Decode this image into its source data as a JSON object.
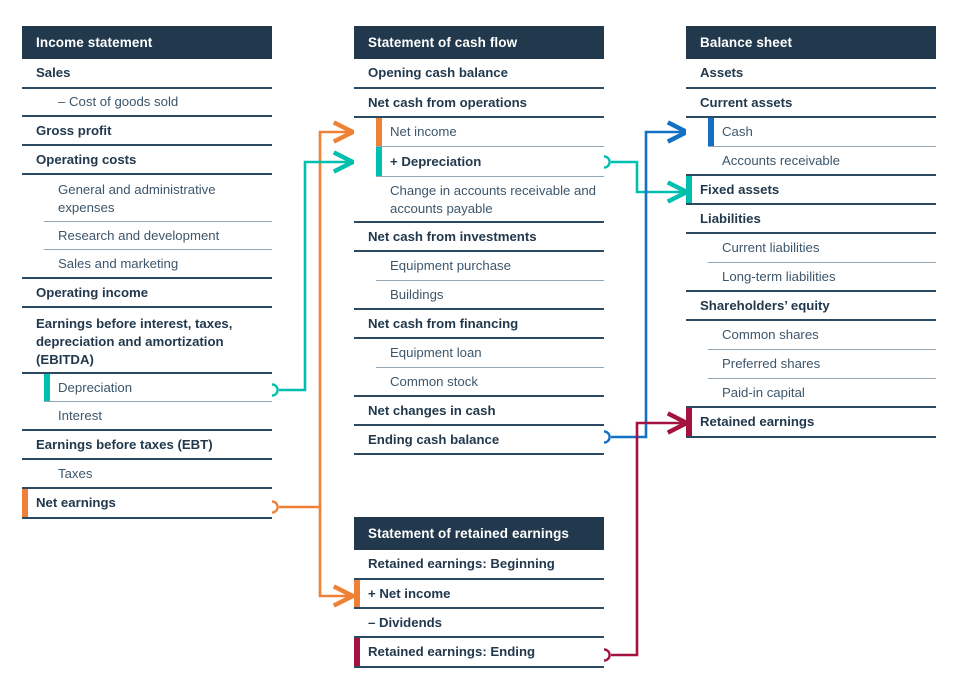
{
  "colors": {
    "header_bg": "#22394d",
    "text_dark": "#22394d",
    "text_sub": "#3d566b",
    "rule_strong": "#2d4a63",
    "rule_light": "#93a4b3",
    "orange": "#ef8136",
    "teal": "#00bfae",
    "blue": "#1271c4",
    "crimson": "#a4123f",
    "page_bg": "#ffffff"
  },
  "panels": [
    {
      "id": "income-statement",
      "title": "Income statement",
      "rows": [
        {
          "label": "Sales",
          "level": 0
        },
        {
          "label": "– Cost of goods sold",
          "level": 1,
          "thick": true
        },
        {
          "label": "Gross profit",
          "level": 0
        },
        {
          "label": "Operating costs",
          "level": 0
        },
        {
          "label": "General and administrative expenses",
          "level": 1
        },
        {
          "label": "Research and development",
          "level": 1
        },
        {
          "label": "Sales and marketing",
          "level": 1,
          "thick": true
        },
        {
          "label": "Operating income",
          "level": 0
        },
        {
          "label": "Earnings before interest, taxes, depreciation and amortization (EBITDA)",
          "level": 0
        },
        {
          "label": "Depreciation",
          "level": 1,
          "accent": "teal"
        },
        {
          "label": "Interest",
          "level": 1,
          "thick": true
        },
        {
          "label": "Earnings before taxes (EBT)",
          "level": 0
        },
        {
          "label": "Taxes",
          "level": 1,
          "thick": true
        },
        {
          "label": "Net earnings",
          "level": 0,
          "accent": "orange"
        }
      ]
    },
    {
      "id": "statement-of-cash-flow",
      "title": "Statement of cash flow",
      "rows": [
        {
          "label": "Opening cash balance",
          "level": 0
        },
        {
          "label": "Net cash from operations",
          "level": 0
        },
        {
          "label": "Net income",
          "level": 1,
          "accent": "orange"
        },
        {
          "label": "+ Depreciation",
          "level": 1,
          "accent": "teal",
          "bold": true
        },
        {
          "label": "Change in accounts receivable and accounts payable",
          "level": 1,
          "thick": true
        },
        {
          "label": "Net cash from investments",
          "level": 0
        },
        {
          "label": "Equipment purchase",
          "level": 1
        },
        {
          "label": "Buildings",
          "level": 1,
          "thick": true
        },
        {
          "label": "Net cash from financing",
          "level": 0
        },
        {
          "label": "Equipment loan",
          "level": 1
        },
        {
          "label": "Common stock",
          "level": 1,
          "thick": true
        },
        {
          "label": "Net changes in cash",
          "level": 0
        },
        {
          "label": "Ending cash balance",
          "level": 0
        }
      ]
    },
    {
      "id": "balance-sheet",
      "title": "Balance sheet",
      "rows": [
        {
          "label": "Assets",
          "level": 0
        },
        {
          "label": "Current assets",
          "level": 0
        },
        {
          "label": "Cash",
          "level": 1,
          "accent": "blue"
        },
        {
          "label": "Accounts receivable",
          "level": 1,
          "thick": true
        },
        {
          "label": "Fixed assets",
          "level": 0,
          "accent": "teal"
        },
        {
          "label": "Liabilities",
          "level": 0
        },
        {
          "label": "Current liabilities",
          "level": 1
        },
        {
          "label": "Long-term liabilities",
          "level": 1,
          "thick": true
        },
        {
          "label": "Shareholders’ equity",
          "level": 0
        },
        {
          "label": "Common shares",
          "level": 1
        },
        {
          "label": "Preferred shares",
          "level": 1
        },
        {
          "label": "Paid-in capital",
          "level": 1,
          "thick": true
        },
        {
          "label": "Retained earnings",
          "level": 0,
          "accent": "crimson"
        }
      ]
    },
    {
      "id": "statement-of-retained-earnings",
      "title": "Statement of retained earnings",
      "rows": [
        {
          "label": "Retained earnings: Beginning",
          "level": 0
        },
        {
          "label": "+ Net income",
          "level": 0,
          "accent": "orange"
        },
        {
          "label": "– Dividends",
          "level": 0
        },
        {
          "label": "Retained earnings: Ending",
          "level": 0,
          "accent": "crimson"
        }
      ]
    }
  ],
  "connections": [
    {
      "id": "net-earnings-to-net-income",
      "from": "Net earnings",
      "to": "Net income",
      "color": "#ef8136"
    },
    {
      "id": "net-earnings-to-plus-net-income",
      "from": "Net earnings",
      "to": "+ Net income",
      "color": "#ef8136"
    },
    {
      "id": "depreciation-to-plus-depreciation",
      "from": "Depreciation",
      "to": "+ Depreciation",
      "color": "#00bfae"
    },
    {
      "id": "plus-depreciation-to-fixed-assets",
      "from": "+ Depreciation",
      "to": "Fixed assets",
      "color": "#00bfae"
    },
    {
      "id": "ending-cash-to-cash",
      "from": "Ending cash balance",
      "to": "Cash",
      "color": "#1271c4"
    },
    {
      "id": "retained-ending-to-retained",
      "from": "Retained earnings: Ending",
      "to": "Retained earnings",
      "color": "#a4123f"
    }
  ]
}
